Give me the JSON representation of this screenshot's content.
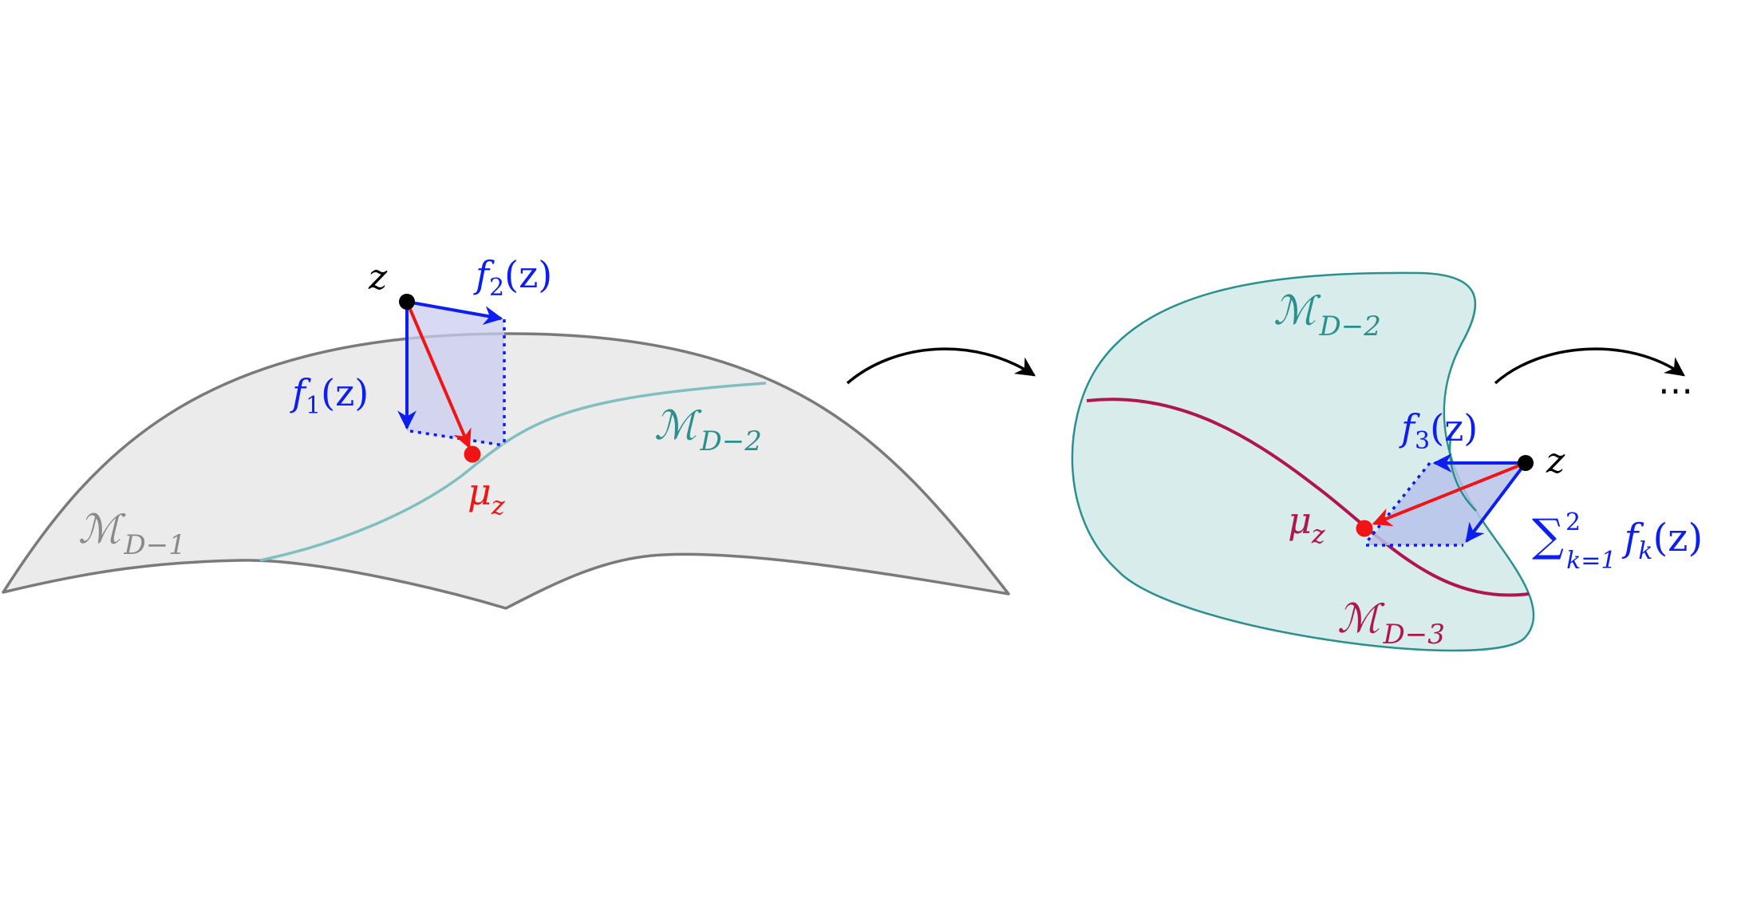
{
  "colors": {
    "manifold_outline": "#7a7a7a",
    "manifold_fill": "#ebebeb",
    "teal_curve": "#7fbfbf",
    "teal": "#2a8f8f",
    "teal_fill": "#d8eceb",
    "crimson": "#b0154f",
    "blue": "#0d1ff0",
    "red": "#f01414",
    "black": "#000000",
    "gray_label": "#8a8a8a",
    "parallelogram_fill": "#c9cdee"
  },
  "left": {
    "point_label": "z",
    "f1": {
      "name": "f",
      "sub": "1",
      "arg": "(z)"
    },
    "f2": {
      "name": "f",
      "sub": "2",
      "arg": "(z)"
    },
    "mu": {
      "name": "μ",
      "sub": "z"
    },
    "manifold_outer": {
      "name": "ℳ",
      "sub": "D−1"
    },
    "manifold_inner": {
      "name": "ℳ",
      "sub": "D−2"
    }
  },
  "right": {
    "point_label": "z",
    "f3": {
      "name": "f",
      "sub": "3",
      "arg": "(z)"
    },
    "sum": {
      "symbol": "∑",
      "sup": "2",
      "sub": "k=1",
      "term": "f",
      "term_sub": "k",
      "arg": "(z)"
    },
    "mu": {
      "name": "μ",
      "sub": "z"
    },
    "manifold_outer": {
      "name": "ℳ",
      "sub": "D−2"
    },
    "manifold_inner": {
      "name": "ℳ",
      "sub": "D−3"
    }
  },
  "ellipsis": "⋯"
}
